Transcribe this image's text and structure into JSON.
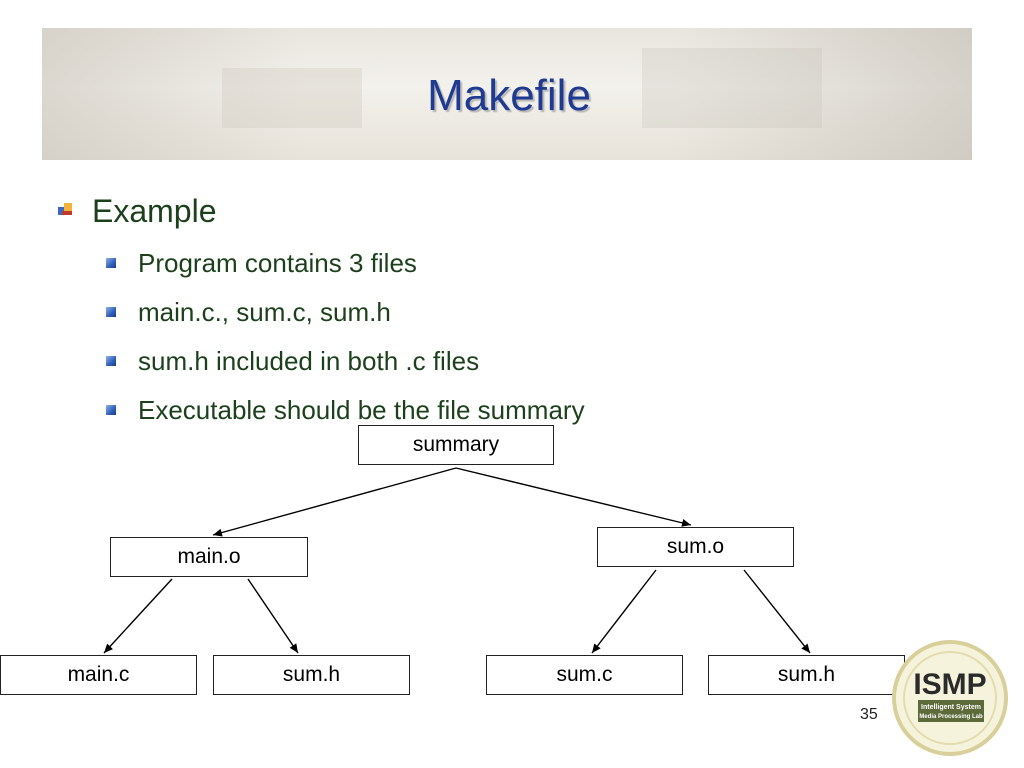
{
  "slide": {
    "title": "Makefile",
    "bullet": "Example",
    "sub_bullets": [
      "Program contains 3 files",
      "main.c., sum.c, sum.h",
      "sum.h included in both .c files",
      "Executable should be the file summary"
    ],
    "page_number": "35"
  },
  "tree": {
    "root": "summary",
    "left": "main.o",
    "right": "sum.o",
    "leaves": [
      "main.c",
      "sum.h",
      "sum.c",
      "sum.h"
    ]
  },
  "logo": {
    "mark": "ISMP",
    "line1": "Intelligent System",
    "line2": "Media Processing Lab"
  },
  "colors": {
    "title": "#1f3a93",
    "body_text": "#1c3f1c",
    "bullet_square": "#2f5fb8"
  }
}
